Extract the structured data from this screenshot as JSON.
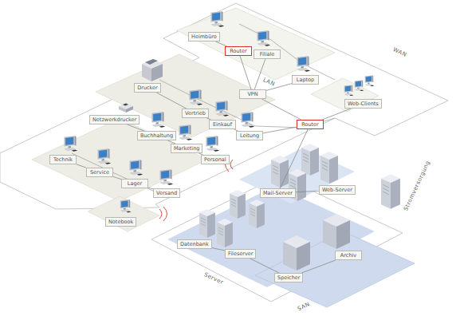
{
  "diagram": {
    "nodes": [
      {
        "text": [
          "Heimbüro"
        ]
      },
      {
        "text": [
          "Router"
        ]
      },
      {
        "text": [
          "Filiale"
        ]
      },
      {
        "text": [
          "Laptop"
        ]
      },
      {
        "text": [
          "VPN"
        ]
      },
      {
        "text": [
          "Router"
        ]
      },
      {
        "text": [
          "Web-Clients"
        ]
      },
      {
        "text": [
          "Drucker"
        ]
      },
      {
        "text": [
          "Netzwerkdrucker"
        ]
      },
      {
        "text": [
          "Vertrieb"
        ]
      },
      {
        "text": [
          "Einkauf"
        ]
      },
      {
        "text": [
          "Leitung"
        ]
      },
      {
        "text": [
          "Buchhaltung"
        ]
      },
      {
        "text": [
          "Marketing"
        ]
      },
      {
        "text": [
          "Personal"
        ]
      },
      {
        "text": [
          "Technik"
        ]
      },
      {
        "text": [
          "Service"
        ]
      },
      {
        "text": [
          "Lager"
        ]
      },
      {
        "text": [
          "Versand"
        ]
      },
      {
        "text": [
          "Notebook"
        ]
      },
      {
        "text": [
          "Mail-Server"
        ]
      },
      {
        "text": [
          "Web-Server"
        ]
      },
      {
        "text": [
          "Datenbank"
        ]
      },
      {
        "text": [
          "Fileserver"
        ]
      },
      {
        "text": [
          "Speicher"
        ]
      },
      {
        "text": [
          "Archiv"
        ]
      }
    ],
    "edges": [
      {
        "from": 0,
        "to": 1,
        "arrow": "none"
      },
      {
        "from": 1,
        "to": 4,
        "arrow": "none"
      },
      {
        "from": 2,
        "to": 4,
        "arrow": "none"
      },
      {
        "from": 3,
        "to": 4,
        "arrow": "none"
      },
      {
        "from": 4,
        "to": 5,
        "arrow": "none"
      },
      {
        "from": 6,
        "to": 5,
        "arrow": "none"
      },
      {
        "from": 7,
        "to": 9,
        "arrow": "none"
      },
      {
        "from": 9,
        "to": 10,
        "arrow": "none"
      },
      {
        "from": 10,
        "to": 11,
        "arrow": "none"
      },
      {
        "from": 11,
        "to": 5,
        "arrow": "none"
      },
      {
        "from": 8,
        "to": 12,
        "arrow": "none"
      },
      {
        "from": 12,
        "to": 13,
        "arrow": "none"
      },
      {
        "from": 13,
        "to": 14,
        "arrow": "none"
      },
      {
        "from": 15,
        "to": 16,
        "arrow": "none"
      },
      {
        "from": 16,
        "to": 17,
        "arrow": "none"
      },
      {
        "from": 17,
        "to": 18,
        "arrow": "none"
      },
      {
        "from": 5,
        "to": 20,
        "arrow": "none"
      },
      {
        "from": 20,
        "to": 21,
        "arrow": "none"
      },
      {
        "from": 22,
        "to": 23,
        "arrow": "none"
      },
      {
        "from": 23,
        "to": 24,
        "arrow": "none"
      },
      {
        "from": 24,
        "to": 25,
        "arrow": "none"
      }
    ],
    "labels": [
      "WAN",
      "LAN",
      "Server",
      "SAN",
      "Stromversorgung"
    ]
  }
}
